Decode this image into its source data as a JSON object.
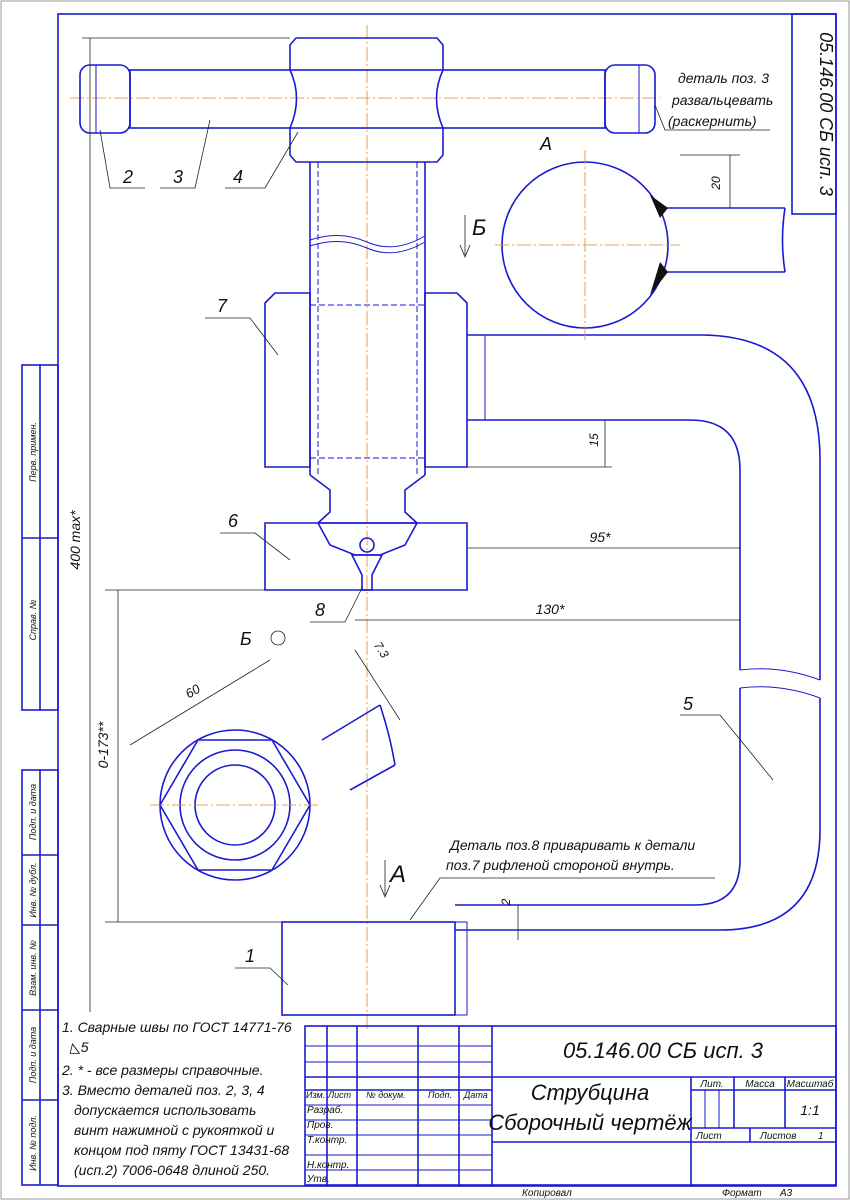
{
  "stamp": {
    "doc_code": "05.146.00 СБ исп. 3",
    "title_line1": "Струбцина",
    "title_line2": "Сборочный чертёж",
    "headers": {
      "izm": "Изм.",
      "list": "Лист",
      "doc_no": "№ докум.",
      "sign": "Подп.",
      "date": "Дата"
    },
    "roles": [
      "Разраб.",
      "Пров.",
      "Т.контр.",
      "Н.контр.",
      "Утв."
    ],
    "lit": "Лит.",
    "mass": "Масса",
    "scale_label": "Масштаб",
    "scale": "1:1",
    "sheet": "Лист",
    "sheets_label": "Листов",
    "sheets": "1",
    "copied": "Копировал",
    "format_label": "Формат",
    "format": "А3"
  },
  "side_stamp": {
    "top": [
      "Перв. примен.",
      "Справ. №"
    ],
    "bottom": [
      "Подп. и дата",
      "Инв. № дубл.",
      "Взам. инв. №",
      "Подп. и дата",
      "Инв. № подл."
    ]
  },
  "corner_code": "05.146.00 СБ исп. 3",
  "notes": [
    "1. Сварные швы по ГОСТ 14771-76",
    "◺5",
    "2. * - все размеры справочные.",
    "3. Вместо деталей поз. 2, 3, 4",
    "допускается использовать",
    "винт нажимной с рукояткой и",
    "концом под пяту ГОСТ 13431-68",
    "(исп.2) 7006-0648 длиной 250."
  ],
  "annotations": {
    "flare_note": [
      "деталь поз. 3",
      "развальцевать",
      "(раскернить)"
    ],
    "weld_note": [
      "Деталь поз.8 приваривать к детали",
      "поз.7 рифленой стороной внутрь."
    ],
    "section_a": "А",
    "view_b_arrow": "Б",
    "view_b": "Б",
    "view_a_arrow": "А"
  },
  "positions": [
    "1",
    "2",
    "3",
    "4",
    "5",
    "6",
    "7",
    "8"
  ],
  "dimensions": {
    "overall": "400 max*",
    "opening": "0-173**",
    "d95": "95*",
    "d130": "130*",
    "d15": "15",
    "d20": "20",
    "d60": "60",
    "d73": "7.3",
    "d2": "2"
  }
}
